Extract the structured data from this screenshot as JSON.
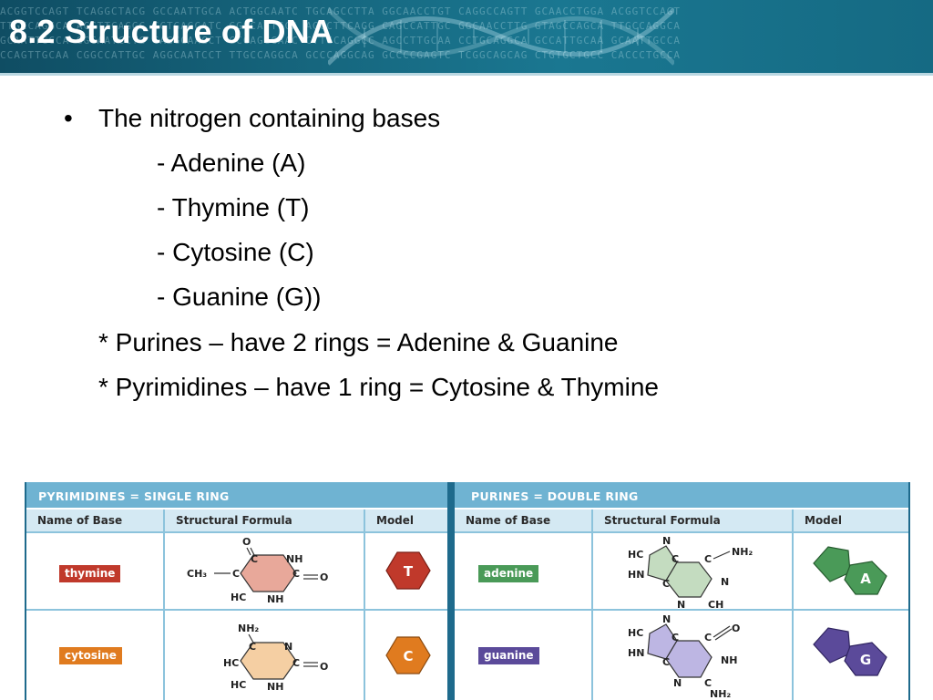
{
  "header": {
    "title": "8.2 Structure of DNA"
  },
  "content": {
    "bullet_main": "The nitrogen containing bases",
    "bases": [
      "- Adenine (A)",
      "- Thymine (T)",
      "- Cytosine (C)",
      "- Guanine (G))"
    ],
    "notes": [
      "* Purines – have 2 rings = Adenine & Guanine",
      "* Pyrimidines – have 1 ring = Cytosine & Thymine"
    ]
  },
  "tables": {
    "pyrimidines": {
      "heading": "PYRIMIDINES = SINGLE RING",
      "columns": [
        "Name of Base",
        "Structural Formula",
        "Model"
      ],
      "rows": [
        {
          "name": "thymine",
          "color": "#c0392b",
          "ring_fill": "#e8a89a",
          "letter": "T",
          "atoms": [
            "O",
            "C",
            "NH",
            "CH₃",
            "C",
            "C",
            "O",
            "HC",
            "NH"
          ]
        },
        {
          "name": "cytosine",
          "color": "#e07b1f",
          "ring_fill": "#f5cfa3",
          "letter": "C",
          "atoms": [
            "NH₂",
            "C",
            "N",
            "HC",
            "C",
            "O",
            "HC",
            "NH"
          ]
        }
      ]
    },
    "purines": {
      "heading": "PURINES = DOUBLE RING",
      "columns": [
        "Name of Base",
        "Structural Formula",
        "Model"
      ],
      "rows": [
        {
          "name": "adenine",
          "color": "#4a9a58",
          "ring_fill": "#c4dcc0",
          "letter": "A",
          "atoms": [
            "N",
            "HC",
            "HN",
            "C",
            "C",
            "C",
            "NH₂",
            "N",
            "N",
            "CH"
          ]
        },
        {
          "name": "guanine",
          "color": "#5b4a9a",
          "ring_fill": "#bdb6e3",
          "letter": "G",
          "atoms": [
            "N",
            "HC",
            "HN",
            "C",
            "C",
            "C",
            "O",
            "NH",
            "N",
            "C",
            "NH₂"
          ]
        }
      ]
    }
  },
  "colors": {
    "header_bg": "#16677f",
    "table_head": "#6fb3d2",
    "col_head": "#d4e9f3",
    "table_border": "#1e6a8c"
  },
  "icons": [
    "dna-helix-decoration"
  ]
}
